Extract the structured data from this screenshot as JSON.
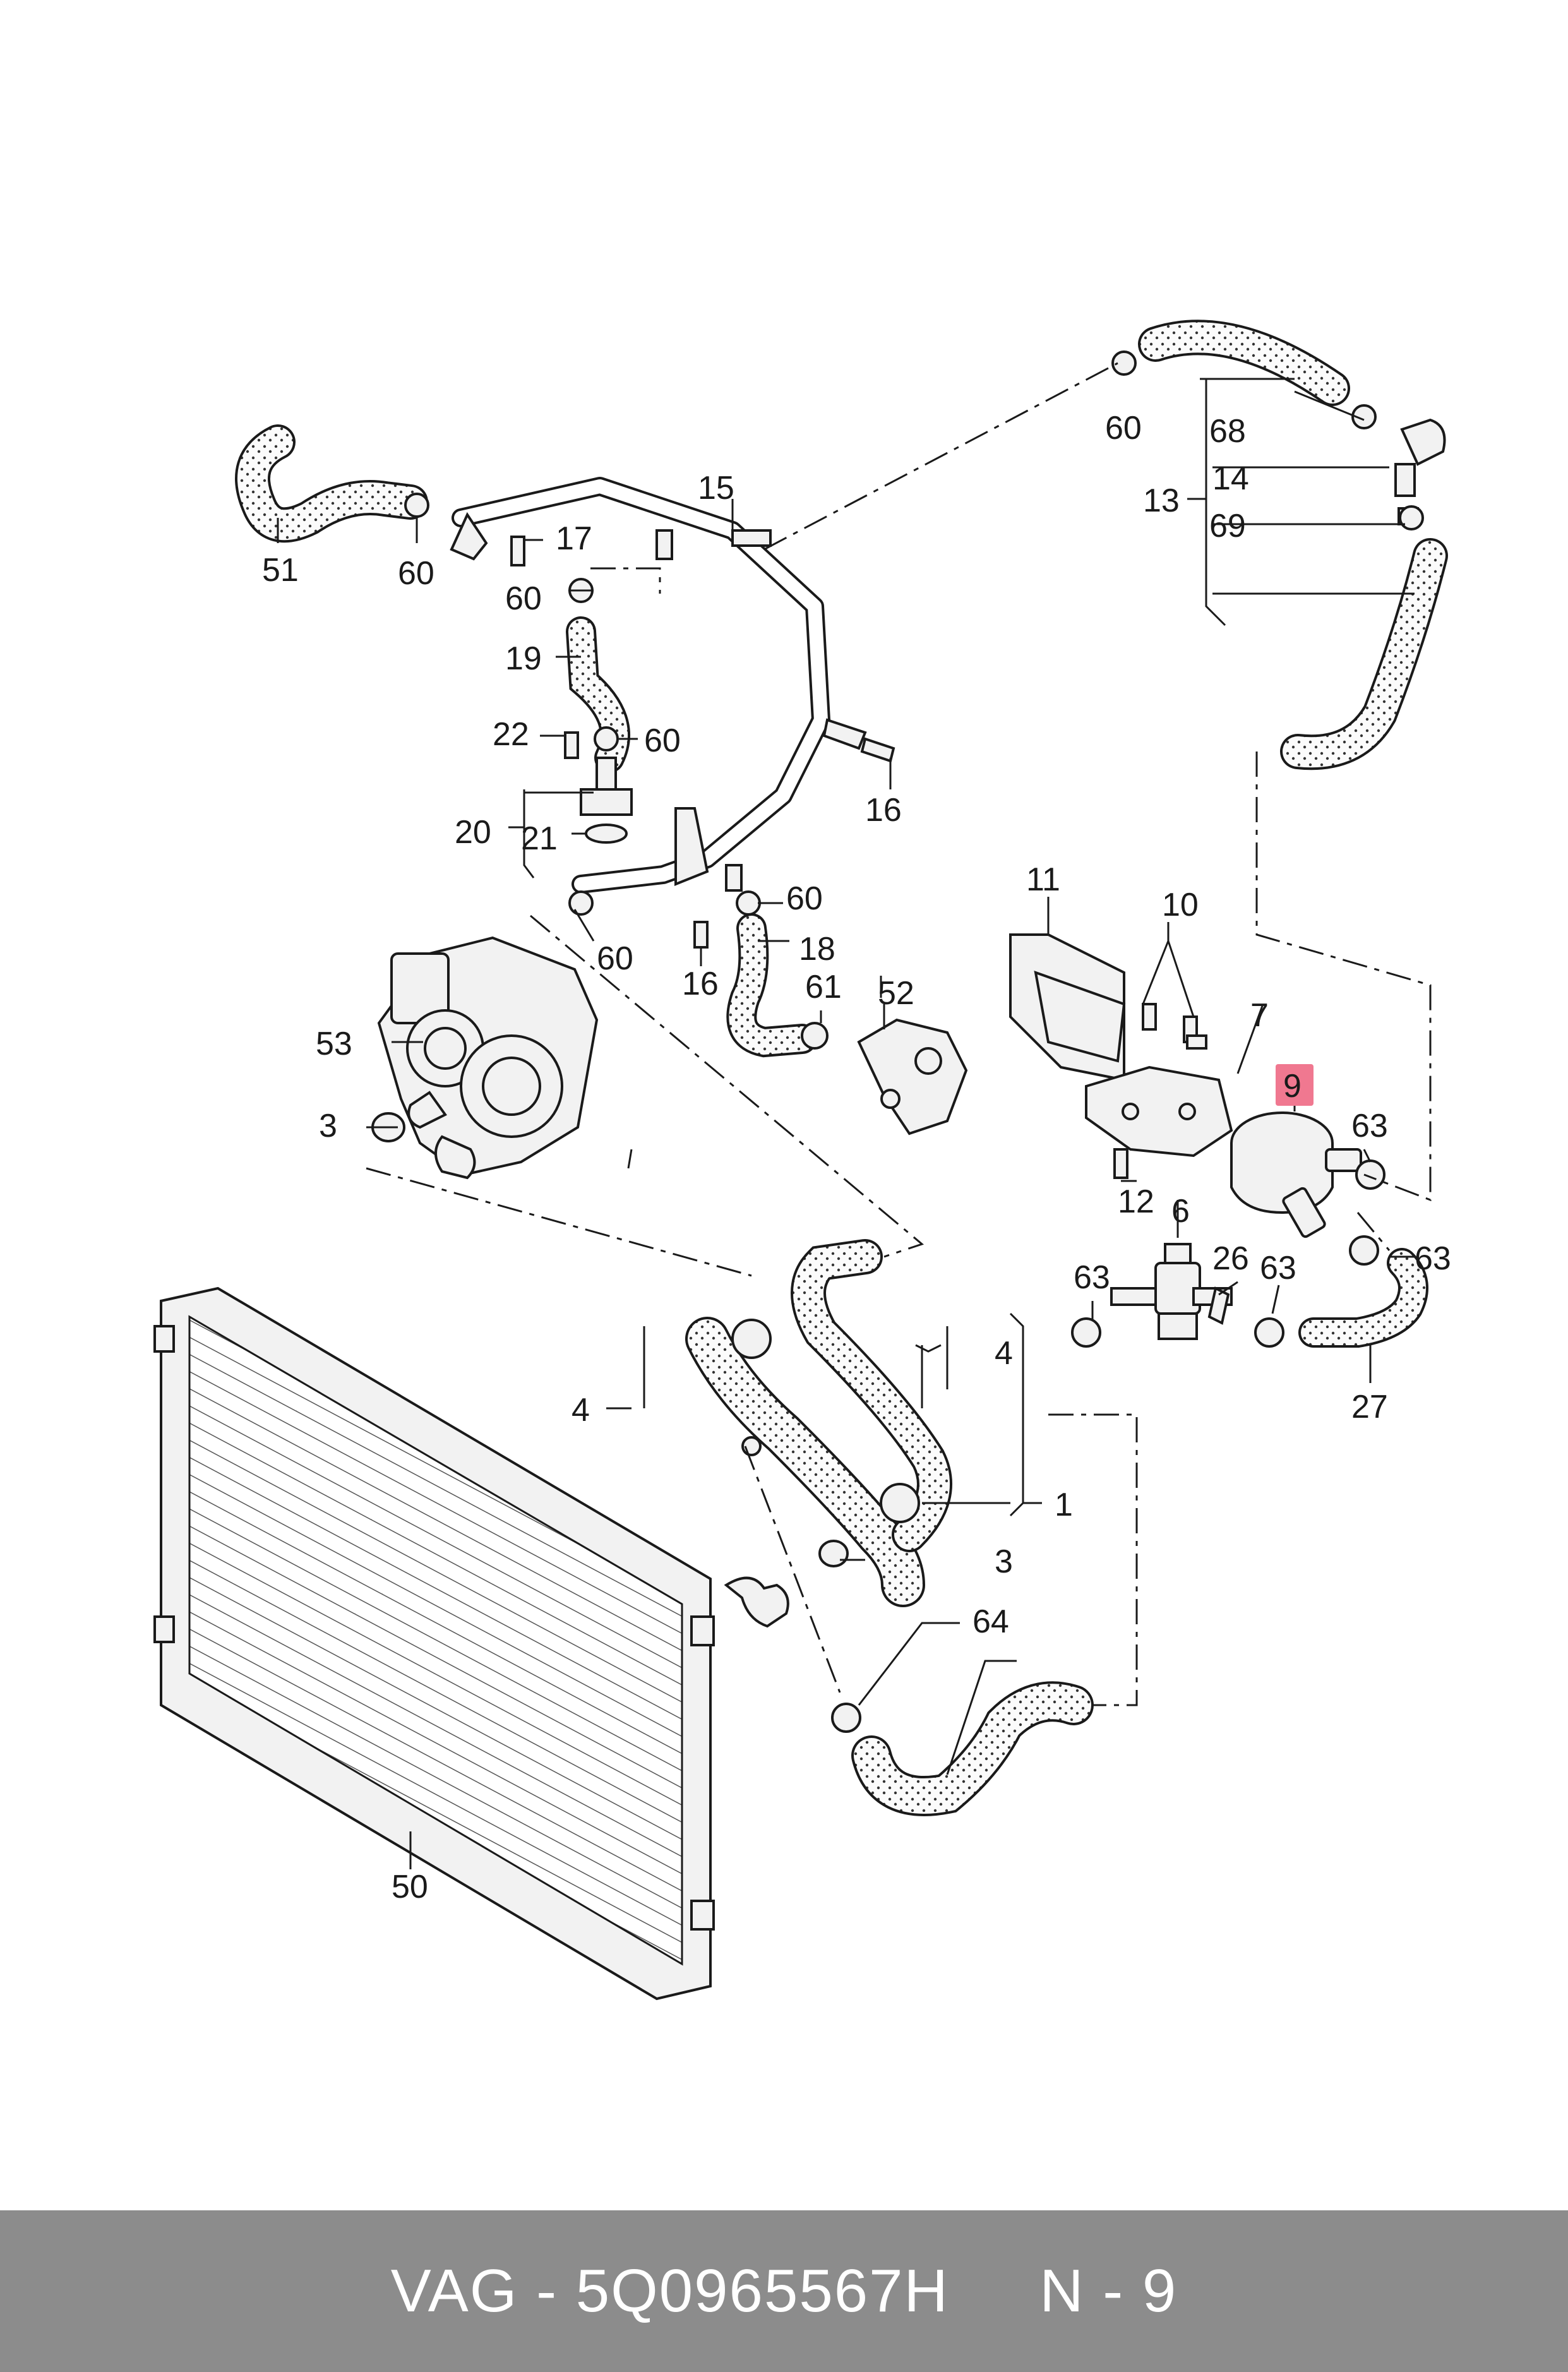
{
  "callouts": {
    "c1": "1",
    "c3a": "3",
    "c3b": "3",
    "c4a": "4",
    "c4b": "4",
    "c6": "6",
    "c7": "7",
    "c9": "9",
    "c10": "10",
    "c11": "11",
    "c12": "12",
    "c13": "13",
    "c14": "14",
    "c15": "15",
    "c16a": "16",
    "c16b": "16",
    "c17": "17",
    "c18": "18",
    "c19": "19",
    "c20": "20",
    "c21": "21",
    "c22": "22",
    "c26": "26",
    "c27": "27",
    "c50": "50",
    "c51": "51",
    "c52": "52",
    "c53": "53",
    "c60a": "60",
    "c60b": "60",
    "c60c": "60",
    "c60d": "60",
    "c60e": "60",
    "c60f": "60",
    "c61": "61",
    "c63a": "63",
    "c63b": "63",
    "c63c": "63",
    "c63d": "63",
    "c64": "64",
    "c68": "68",
    "c69": "69"
  },
  "highlight_color": "#f07890",
  "footer": {
    "text": "VAG - 5Q0965567H     N - 9",
    "background": "#8c8c8c"
  }
}
